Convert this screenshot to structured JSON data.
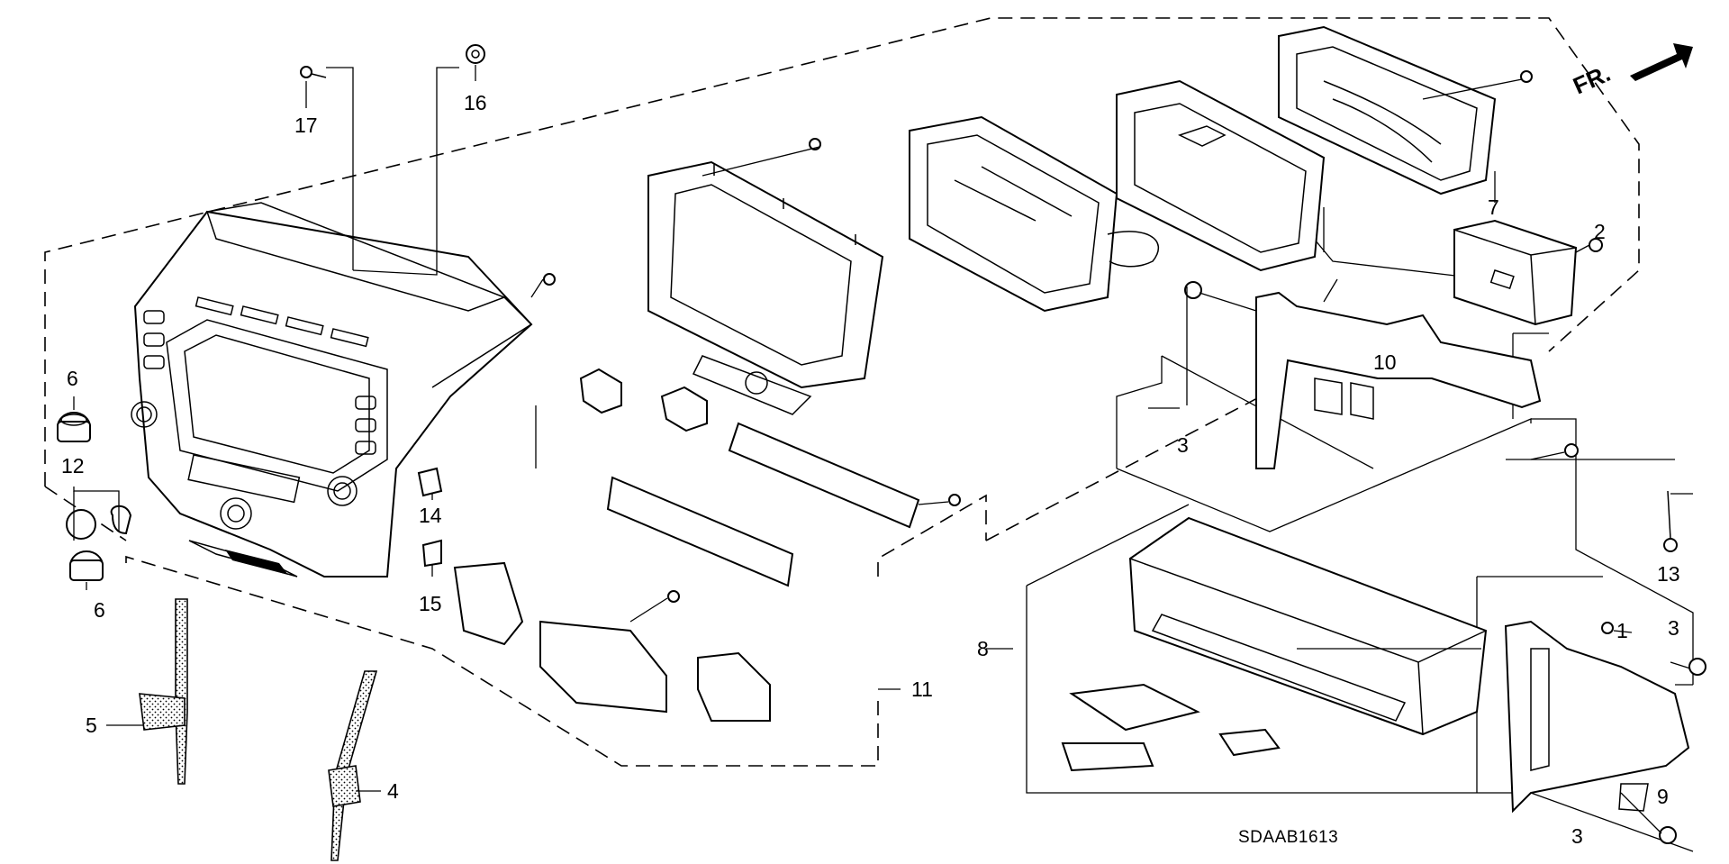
{
  "diagram": {
    "code": "SDAAB1613",
    "direction_label": "FR.",
    "callouts": {
      "c1": "1",
      "c2": "2",
      "c3a": "3",
      "c3b": "3",
      "c3c": "3",
      "c4": "4",
      "c5": "5",
      "c6a": "6",
      "c6b": "6",
      "c7": "7",
      "c8": "8",
      "c9": "9",
      "c10": "10",
      "c11": "11",
      "c12": "12",
      "c13": "13",
      "c14": "14",
      "c15": "15",
      "c16": "16",
      "c17": "17"
    }
  },
  "colors": {
    "ink": "#000000",
    "paper": "#ffffff"
  }
}
